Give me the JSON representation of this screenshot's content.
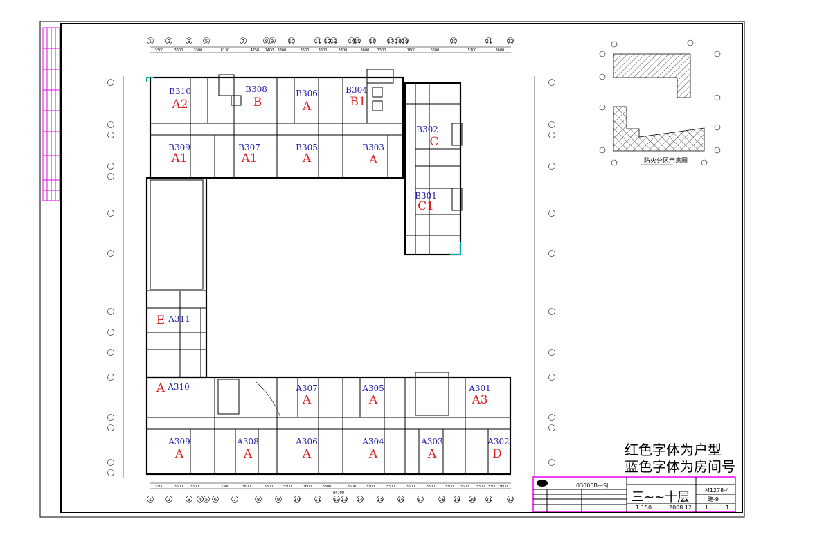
{
  "drawing": {
    "units": [
      {
        "number": "B310",
        "type": "A2"
      },
      {
        "number": "B308",
        "type": "B"
      },
      {
        "number": "B306",
        "type": "A"
      },
      {
        "number": "B304",
        "type": "B1"
      },
      {
        "number": "B309",
        "type": "A1"
      },
      {
        "number": "B307",
        "type": "A1"
      },
      {
        "number": "B305",
        "type": "A"
      },
      {
        "number": "B303",
        "type": "A"
      },
      {
        "number": "B302",
        "type": "C"
      },
      {
        "number": "B301",
        "type": "C1"
      },
      {
        "number": "A311",
        "type": "E"
      },
      {
        "number": "A310",
        "type": "A"
      },
      {
        "number": "A307",
        "type": "A"
      },
      {
        "number": "A305",
        "type": "A"
      },
      {
        "number": "A301",
        "type": "A3"
      },
      {
        "number": "A309",
        "type": "A"
      },
      {
        "number": "A308",
        "type": "A"
      },
      {
        "number": "A306",
        "type": "A"
      },
      {
        "number": "A304",
        "type": "A"
      },
      {
        "number": "A303",
        "type": "A"
      },
      {
        "number": "A302",
        "type": "D"
      }
    ],
    "top_axes": [
      "1",
      "2",
      "3",
      "5",
      "7",
      "8",
      "9",
      "10",
      "11",
      "12",
      "13",
      "14",
      "15",
      "16",
      "17",
      "18",
      "19",
      "20",
      "21",
      "22"
    ],
    "top_dims": [
      "3300",
      "3600",
      "3300",
      "8130",
      "4750",
      "1400",
      "3300",
      "3600",
      "3300",
      "3300",
      "3600",
      "3300",
      "1800",
      "6600",
      "5100",
      "3600"
    ],
    "bottom_axes": [
      "1",
      "2",
      "3",
      "4",
      "5",
      "6",
      "7",
      "8",
      "9",
      "10",
      "11",
      "12",
      "13",
      "14",
      "15",
      "16",
      "17",
      "18",
      "19",
      "20",
      "21",
      "22"
    ],
    "bottom_dims": [
      "3300",
      "3600",
      "3300",
      "3300",
      "3600",
      "3300",
      "3300",
      "3600",
      "3300",
      "3600",
      "3300",
      "3300",
      "3600",
      "3300",
      "3300",
      "3600",
      "3300",
      "3300",
      "3600"
    ],
    "bottom_total": "84300"
  },
  "legend": {
    "line1": "红色字体为户型",
    "line2": "蓝色字体为房间号"
  },
  "fire_zone": {
    "title": "防火分区示意图"
  },
  "title_block": {
    "project_no": "03000B—SJ",
    "drawing_title": "三~~十层",
    "drawing_code": "M1278-4",
    "sheet_code": "建-9",
    "scale": "1:150",
    "date": "2008.12",
    "sheet": "1",
    "total": "1"
  }
}
